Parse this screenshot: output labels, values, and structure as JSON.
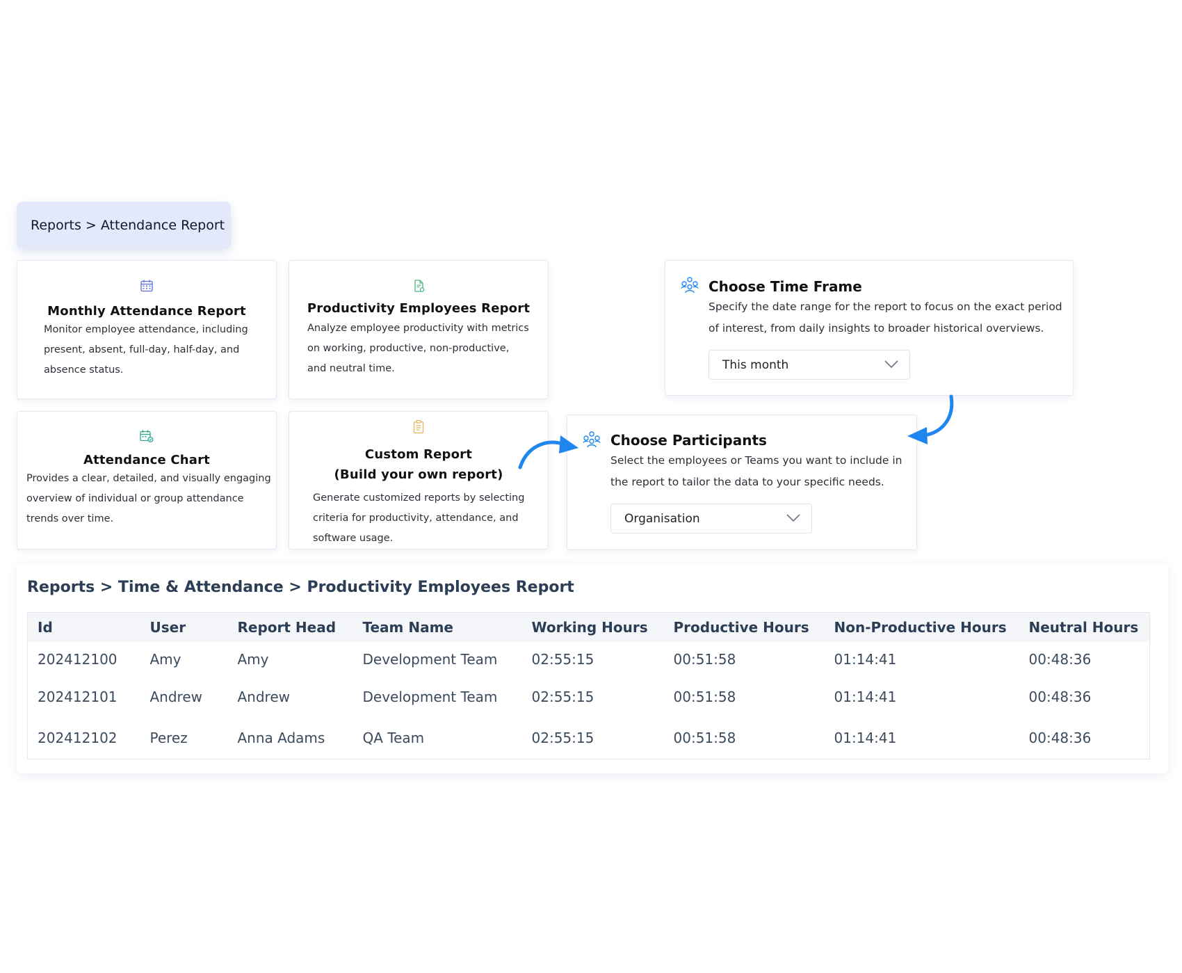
{
  "breadcrumb": {
    "label": "Reports > Attendance Report"
  },
  "cards": {
    "monthly": {
      "title": "Monthly Attendance Report",
      "desc_lines": [
        "Monitor employee attendance, including",
        "present, absent, full-day, half-day, and",
        "absence status."
      ],
      "icon": "calendar-icon",
      "icon_color": "#5b6fd6"
    },
    "productivity": {
      "title": "Productivity Employees Report",
      "desc_lines": [
        "Analyze employee productivity with metrics",
        "on working, productive, non-productive,",
        "and neutral time."
      ],
      "icon": "document-chart-icon",
      "icon_color": "#4cb582"
    },
    "chart": {
      "title": "Attendance Chart",
      "desc_lines": [
        "Provides a clear, detailed, and visually engaging",
        "overview of individual or group attendance",
        "trends over time."
      ],
      "icon": "calendar-check-icon",
      "icon_color": "#2fa58f"
    },
    "custom": {
      "title_lines": [
        "Custom Report",
        "(Build your own report)"
      ],
      "desc_lines": [
        "Generate customized reports by selecting",
        "criteria for productivity, attendance, and",
        "software usage."
      ],
      "icon": "clipboard-icon",
      "icon_color": "#e3b75a"
    }
  },
  "time_frame": {
    "title": "Choose Time Frame",
    "desc_lines": [
      "Specify the date range for the report to focus on the exact period",
      "of interest, from daily insights to broader historical overviews."
    ],
    "select_value": "This month",
    "icon": "team-icon"
  },
  "participants": {
    "title": "Choose Participants",
    "desc_lines": [
      "Select the employees or Teams you want to include in",
      "the report to tailor the data to your specific needs."
    ],
    "select_value": "Organisation",
    "icon": "team-icon"
  },
  "colors": {
    "accent_blue": "#1f86f0",
    "heading": "#2c3e55",
    "pill_bg": "#e3e8fb"
  },
  "report_table": {
    "breadcrumb": "Reports > Time & Attendance > Productivity Employees Report",
    "columns": [
      "Id",
      "User",
      "Report Head",
      "Team Name",
      "Working Hours",
      "Productive Hours",
      "Non-Productive Hours",
      "Neutral Hours"
    ],
    "rows": [
      [
        "202412100",
        "Amy",
        "Amy",
        "Development Team",
        "02:55:15",
        "00:51:58",
        "01:14:41",
        "00:48:36"
      ],
      [
        "202412101",
        "Andrew",
        "Andrew",
        "Development Team",
        "02:55:15",
        "00:51:58",
        "01:14:41",
        "00:48:36"
      ],
      [
        "202412102",
        "Perez",
        "Anna Adams",
        "QA Team",
        "02:55:15",
        "00:51:58",
        "01:14:41",
        "00:48:36"
      ]
    ]
  }
}
